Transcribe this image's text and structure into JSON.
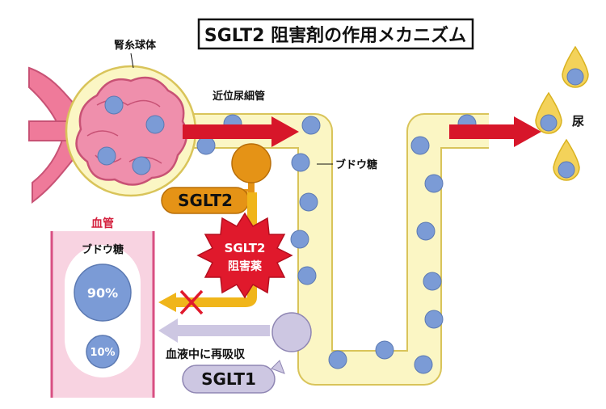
{
  "title": "SGLT2 阻害剤の作用メカニズム",
  "labels": {
    "glomerulus": "腎糸球体",
    "proximal_tubule": "近位尿細管",
    "glucose": "ブドウ糖",
    "urine": "尿",
    "sglt2": "SGLT2",
    "inhibitor_line1": "SGLT2",
    "inhibitor_line2": "阻害薬",
    "blood_vessel": "血管",
    "vessel_glucose": "ブドウ糖",
    "reabsorption": "血液中に再吸収",
    "sglt1": "SGLT1"
  },
  "percentages": {
    "large": "90%",
    "small": "10%"
  },
  "colors": {
    "tubule_fill": "#fbf6c4",
    "tubule_stroke": "#d9c45a",
    "glucose_dot": "#7b9bd6",
    "arrow_red": "#d7162a",
    "sglt2_orange": "#e59316",
    "inhibitor_red": "#e0192c",
    "vessel_pink": "#f8d3e1",
    "vessel_border": "#d84f82",
    "sglt1_lavender": "#cdc7e2",
    "vessel_label_red": "#d41f3c"
  }
}
